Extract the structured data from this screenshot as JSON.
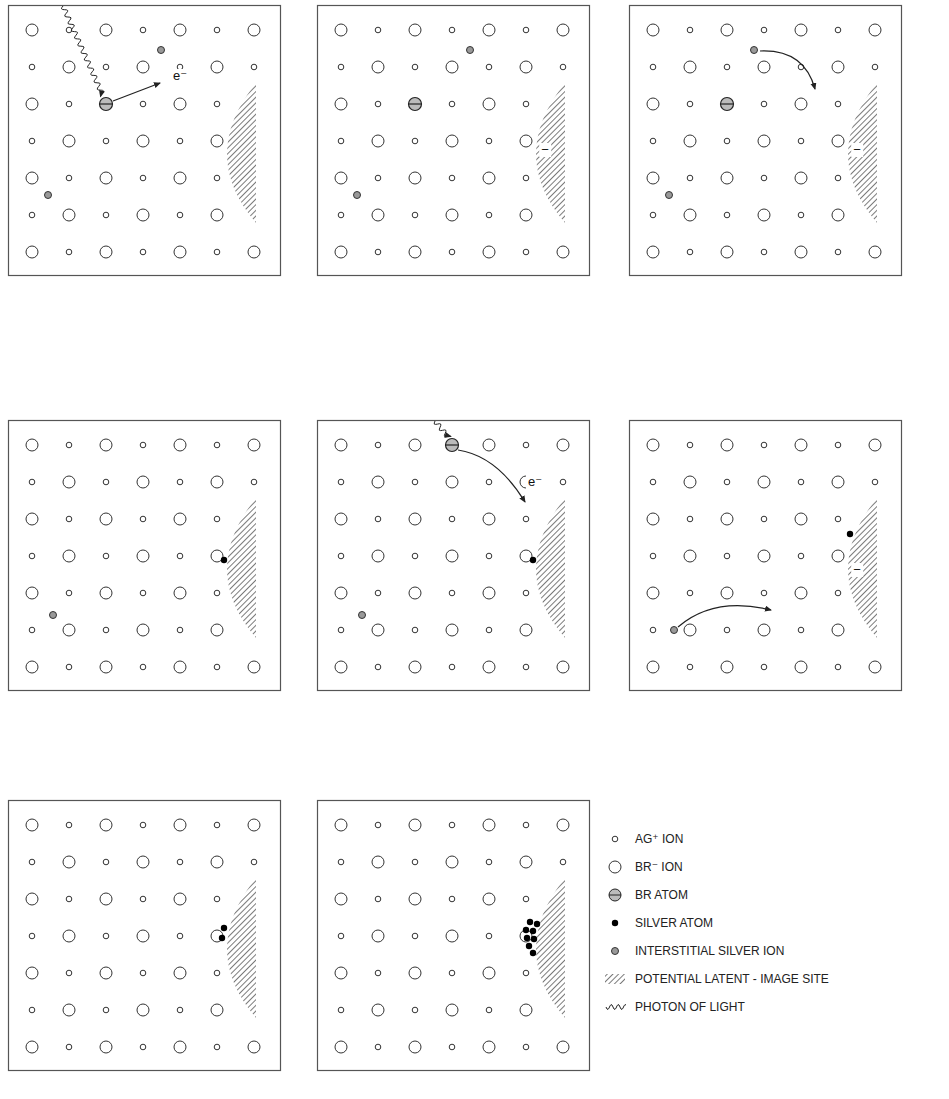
{
  "diagram": {
    "labels": [
      "e⁻",
      "−",
      "−",
      "e⁻",
      "−"
    ],
    "legend": [
      {
        "text": "AG⁺ ION"
      },
      {
        "text": "BR⁻ ION"
      },
      {
        "text": "BR ATOM"
      },
      {
        "text": "SILVER ATOM"
      },
      {
        "text": "INTERSTITIAL SILVER ION"
      },
      {
        "text": "POTENTIAL LATENT - IMAGE SITE"
      },
      {
        "text": "PHOTON OF LIGHT"
      }
    ]
  }
}
